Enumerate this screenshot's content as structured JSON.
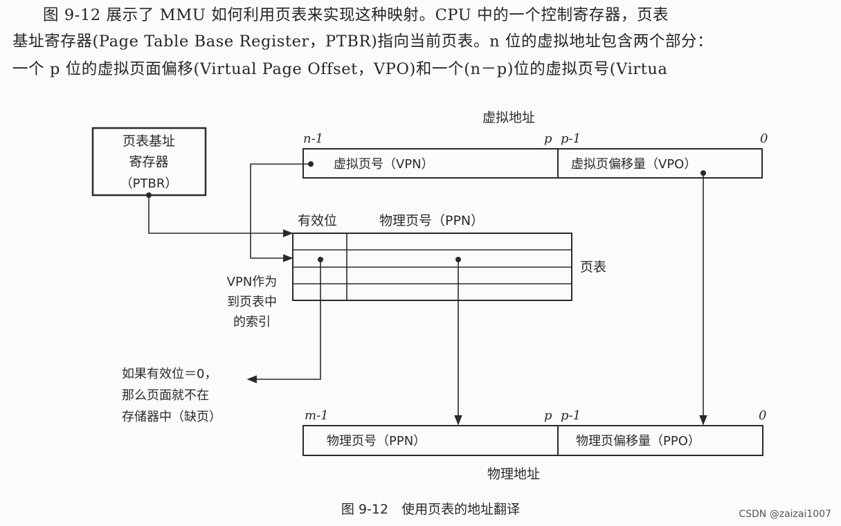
{
  "paragraph": {
    "line1": "图 9-12 展示了 MMU 如何利用页表来实现这种映射。CPU 中的一个控制寄存器，页表",
    "line2": "基址寄存器(Page Table Base Register，PTBR)指向当前页表。n 位的虚拟地址包含两个部分：",
    "line3": "一个 p 位的虚拟页面偏移(Virtual Page Offset，VPO)和一个(n－p)位的虚拟页号(Virtua"
  },
  "figure": {
    "virtual_address": {
      "title": "虚拟地址",
      "bit_high": "n-1",
      "bit_p": "p",
      "bit_p_minus_1": "p-1",
      "bit_zero": "0",
      "vpn_label": "虚拟页号（VPN）",
      "vpo_label": "虚拟页偏移量（VPO）"
    },
    "ptbr": {
      "line1": "页表基址",
      "line2": "寄存器",
      "line3": "（PTBR）"
    },
    "page_table": {
      "valid_header": "有效位",
      "ppn_header": "物理页号（PPN）",
      "label": "页表"
    },
    "vpn_index_note": {
      "line1": "VPN作为",
      "line2": "到页表中",
      "line3": "的索引"
    },
    "valid_note": {
      "line1": "如果有效位＝0，",
      "line2": "那么页面就不在",
      "line3": "存储器中（缺页）"
    },
    "physical_address": {
      "title": "物理地址",
      "bit_high": "m-1",
      "bit_p": "p",
      "bit_p_minus_1": "p-1",
      "bit_zero": "0",
      "ppn_label": "物理页号（PPN）",
      "ppo_label": "物理页偏移量（PPO）"
    },
    "caption": "图 9-12　使用页表的地址翻译"
  },
  "watermark": "CSDN @zaizai1007",
  "colors": {
    "ink": "#2a2a2a",
    "background": "#fbfbf9"
  }
}
